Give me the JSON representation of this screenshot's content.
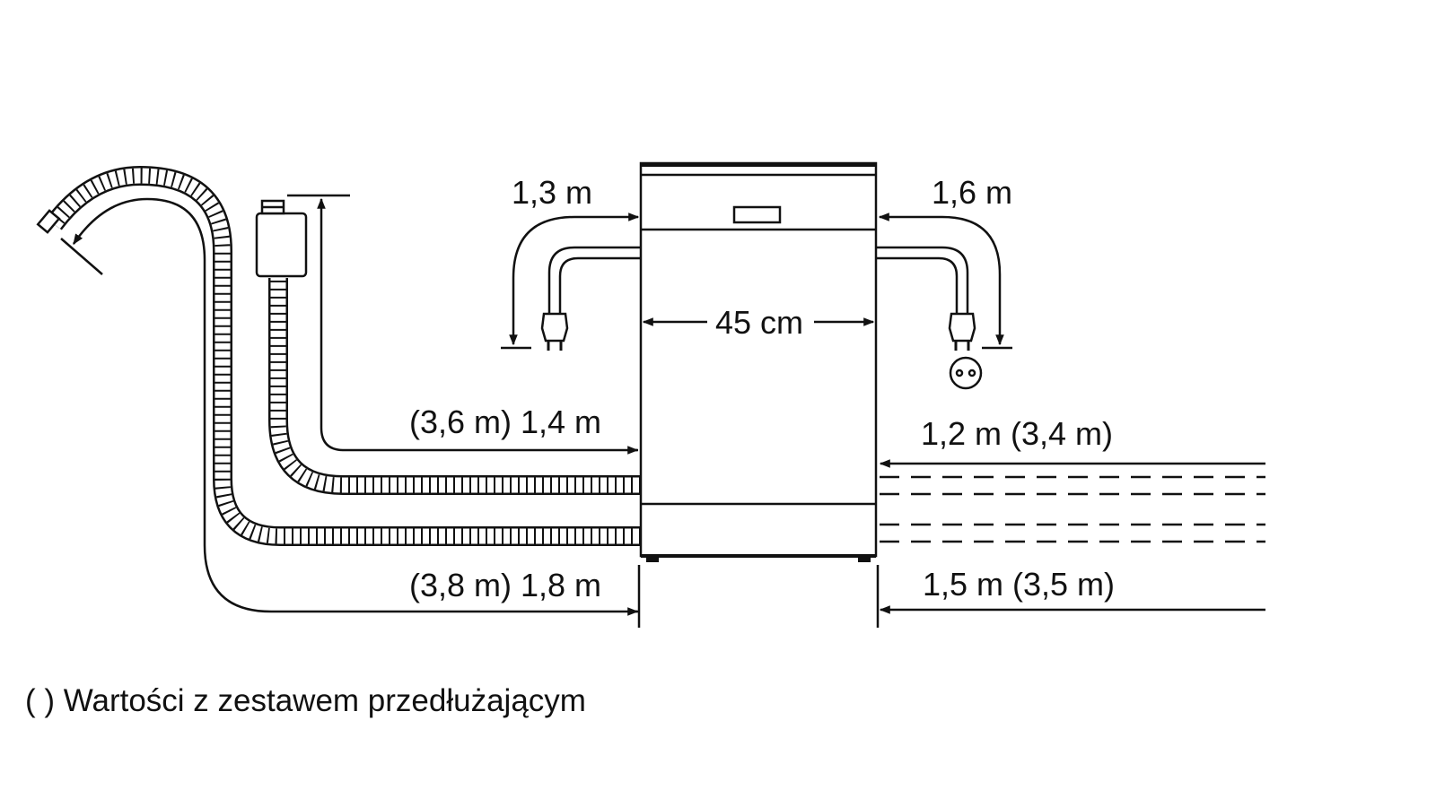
{
  "labels": {
    "left_power_cord": "1,3 m",
    "right_power_cord": "1,6 m",
    "width": "45 cm",
    "inlet_hose_left": "(3,6 m) 1,4 m",
    "drain_hose_left": "(3,8 m) 1,8 m",
    "inlet_hose_right": "1,2 m (3,4 m)",
    "drain_hose_right": "1,5 m (3,5 m)"
  },
  "footnote": "( ) Wartości z zestawem przedłużającym",
  "colors": {
    "ink": "#111111",
    "background": "#ffffff"
  }
}
